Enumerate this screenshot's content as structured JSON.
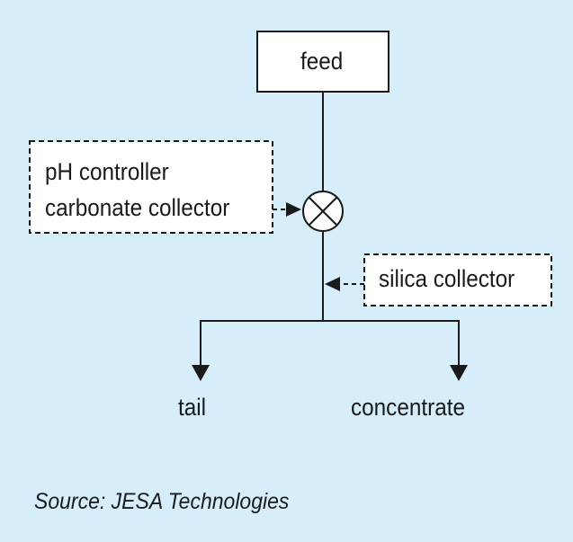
{
  "diagram": {
    "nodes": {
      "feed": "feed",
      "reagents_line1": "pH controller",
      "reagents_line2": "carbonate collector",
      "silica": "silica collector",
      "tail": "tail",
      "concentrate": "concentrate"
    }
  },
  "source": "Source: JESA Technologies",
  "colors": {
    "background": "#d6eef9",
    "box_fill": "#ffffff",
    "line": "#1a1a1a"
  },
  "icons": {
    "mixer": "circle-x-icon"
  }
}
